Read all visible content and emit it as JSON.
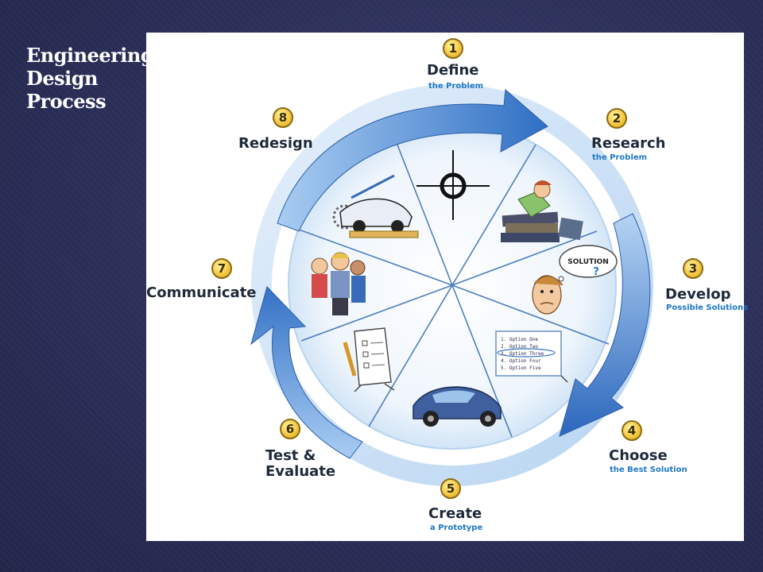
{
  "slide": {
    "title_lines": [
      "Engineering",
      "Design",
      "Process"
    ]
  },
  "steps": [
    {
      "number": "1",
      "label": "Define",
      "sub": "the Problem"
    },
    {
      "number": "2",
      "label": "Research",
      "sub": "the Problem"
    },
    {
      "number": "3",
      "label": "Develop",
      "sub": "Possible Solutions"
    },
    {
      "number": "4",
      "label": "Choose",
      "sub": "the Best Solution"
    },
    {
      "number": "5",
      "label": "Create",
      "sub": "a Prototype"
    },
    {
      "number": "6",
      "label_lines": [
        "Test &",
        "Evaluate"
      ]
    },
    {
      "number": "7",
      "label": "Communicate"
    },
    {
      "number": "8",
      "label": "Redesign"
    }
  ],
  "illustrations": {
    "solution_bubble": "SOLUTION",
    "question_mark": "?",
    "options_list": [
      "1. Option One",
      "2. Option Two",
      "3. Option Three",
      "4. Option Four",
      "5. Option Five"
    ]
  },
  "colors": {
    "arrow_blue": "#3a7fd0",
    "ring_light": "#cfe3f7",
    "badge_gold": "#f5c842",
    "sub_blue": "#1f78c4"
  }
}
